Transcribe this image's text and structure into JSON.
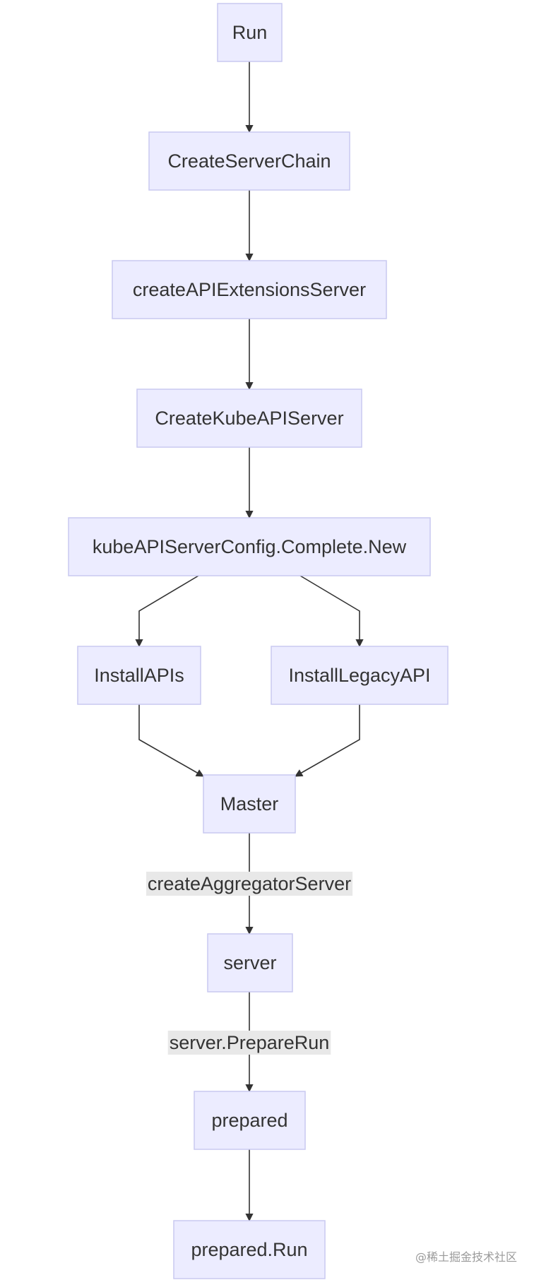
{
  "nodes": [
    {
      "id": "run",
      "label": "Run"
    },
    {
      "id": "create-server-chain",
      "label": "CreateServerChain"
    },
    {
      "id": "create-api-extensions-server",
      "label": "createAPIExtensionsServer"
    },
    {
      "id": "create-kube-api-server",
      "label": "CreateKubeAPIServer"
    },
    {
      "id": "kube-api-server-config-complete-new",
      "label": "kubeAPIServerConfig.Complete.New"
    },
    {
      "id": "install-apis",
      "label": "InstallAPIs"
    },
    {
      "id": "install-legacy-api",
      "label": "InstallLegacyAPI"
    },
    {
      "id": "master",
      "label": "Master"
    },
    {
      "id": "server",
      "label": "server"
    },
    {
      "id": "prepared",
      "label": "prepared"
    },
    {
      "id": "prepared-run",
      "label": "prepared.Run"
    }
  ],
  "edges": [
    {
      "from": "run",
      "to": "create-server-chain",
      "label": ""
    },
    {
      "from": "create-server-chain",
      "to": "create-api-extensions-server",
      "label": ""
    },
    {
      "from": "create-api-extensions-server",
      "to": "create-kube-api-server",
      "label": ""
    },
    {
      "from": "create-kube-api-server",
      "to": "kube-api-server-config-complete-new",
      "label": ""
    },
    {
      "from": "kube-api-server-config-complete-new",
      "to": "install-apis",
      "label": ""
    },
    {
      "from": "kube-api-server-config-complete-new",
      "to": "install-legacy-api",
      "label": ""
    },
    {
      "from": "install-apis",
      "to": "master",
      "label": ""
    },
    {
      "from": "install-legacy-api",
      "to": "master",
      "label": ""
    },
    {
      "from": "master",
      "to": "server",
      "label": "createAggregatorServer"
    },
    {
      "from": "server",
      "to": "prepared",
      "label": "server.PrepareRun"
    },
    {
      "from": "prepared",
      "to": "prepared-run",
      "label": ""
    }
  ],
  "colors": {
    "node_fill": "#ECECFF",
    "node_border": "#C9C9F0",
    "edge": "#333333",
    "edge_label_bg": "#E8E8E8",
    "text": "#333333"
  },
  "watermark": "@稀土掘金技术社区"
}
